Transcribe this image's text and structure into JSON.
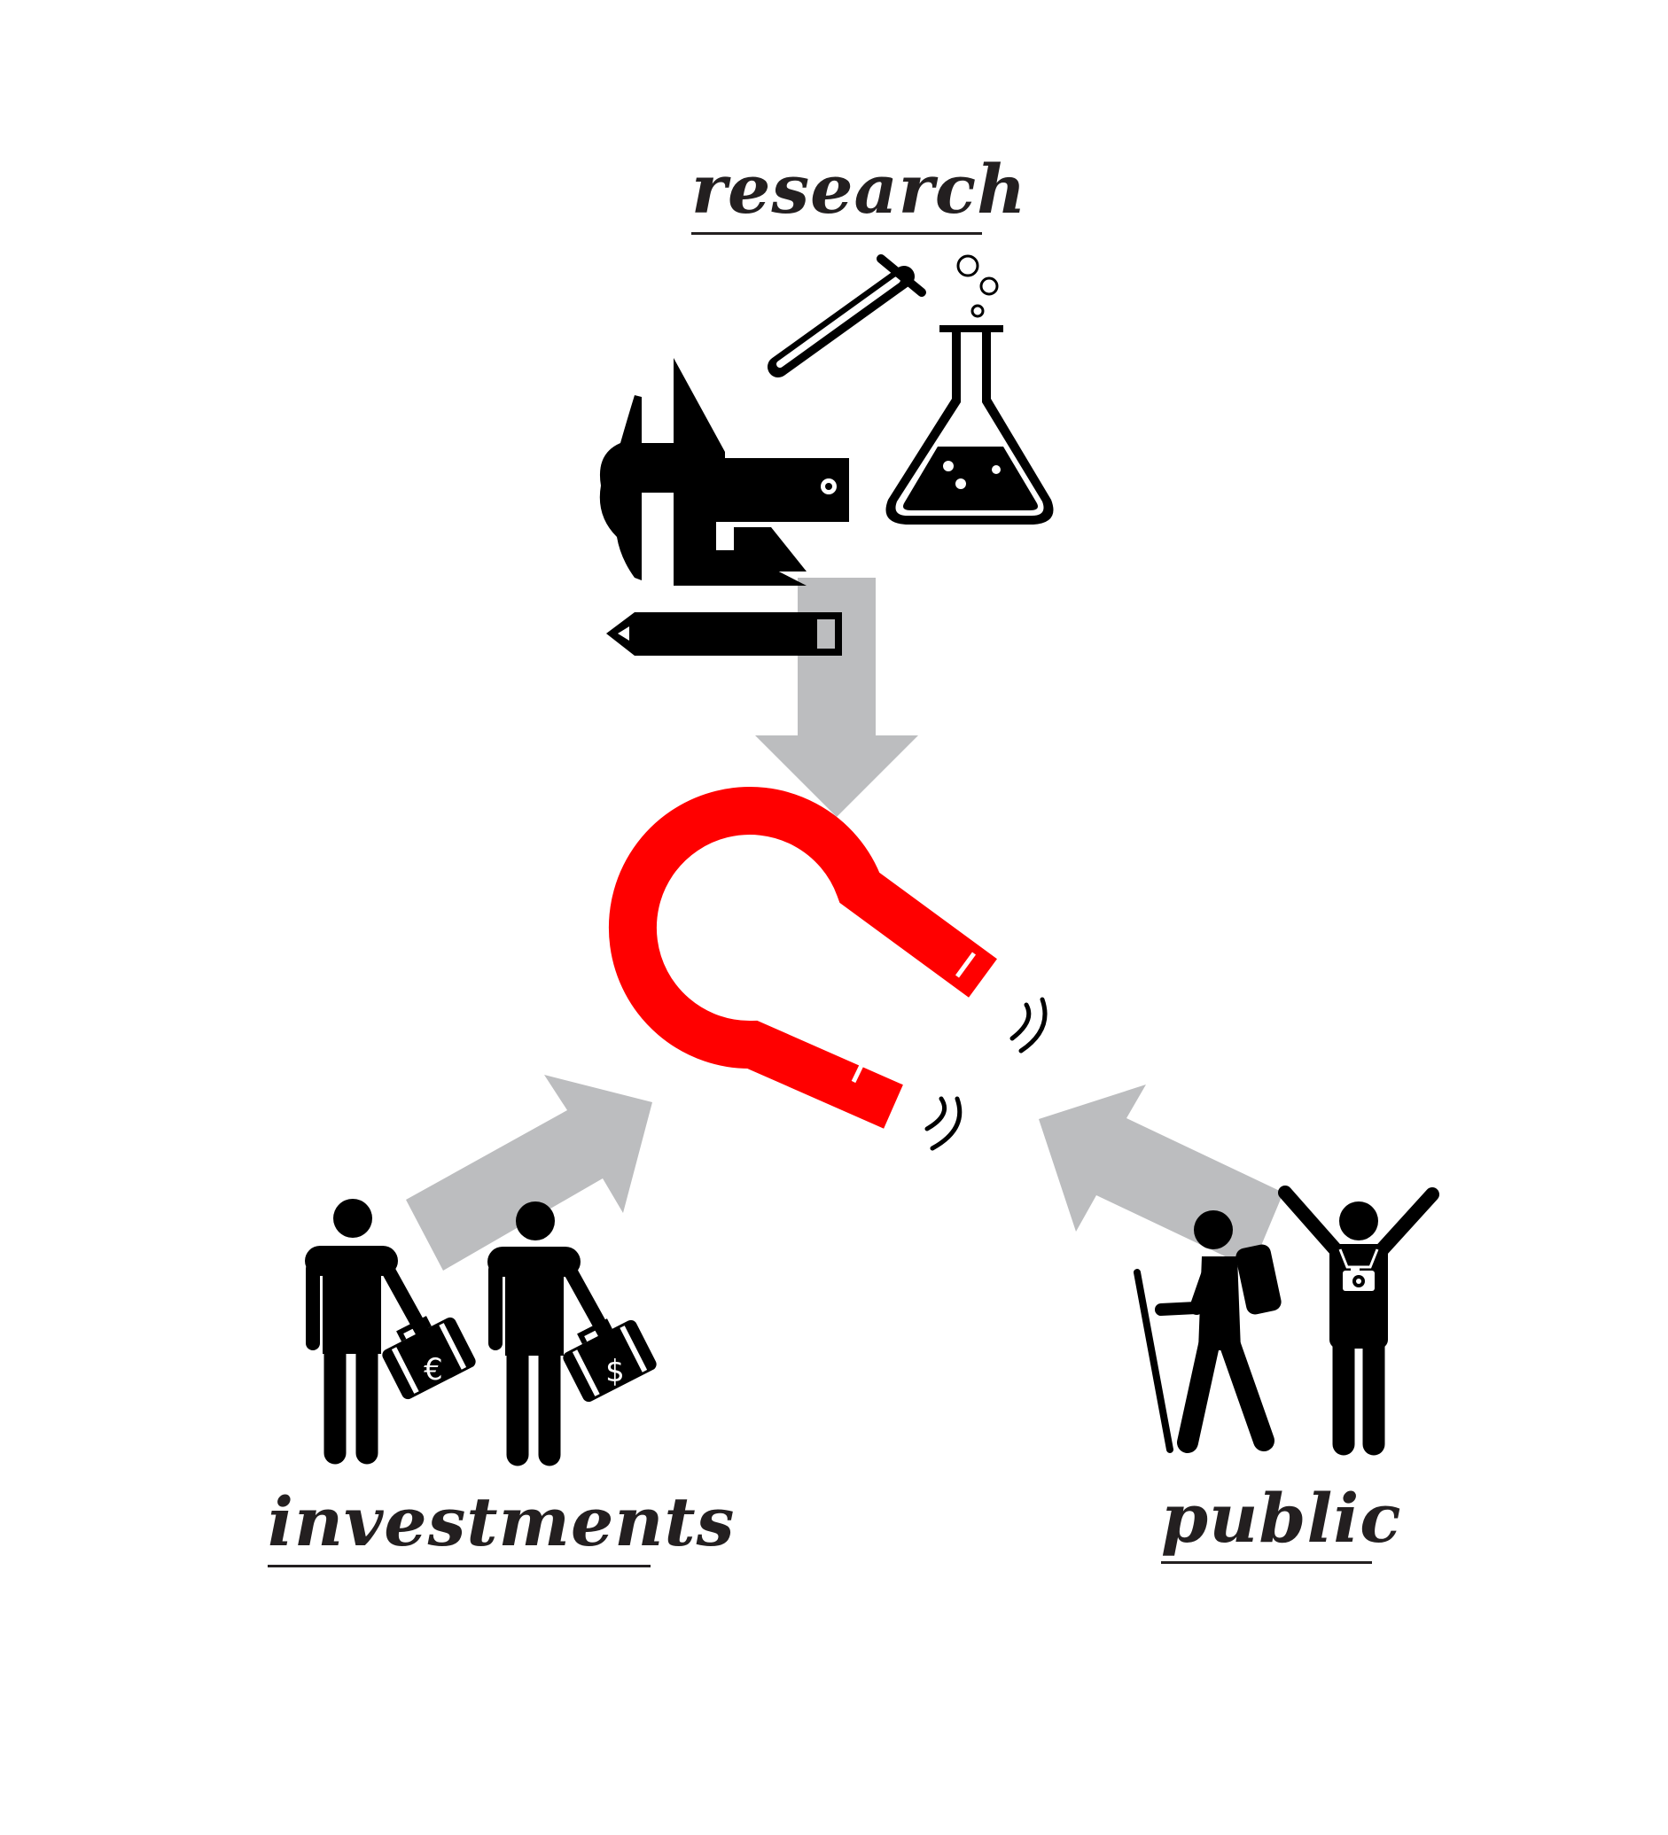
{
  "labels": {
    "research": "research",
    "investments": "investments",
    "public": "public"
  },
  "currency": {
    "euro": "€",
    "dollar": "$"
  },
  "colors": {
    "magnet": "#ff0000",
    "arrow": "#bcbdbf",
    "icon": "#000000",
    "text": "#231f20"
  },
  "icons": [
    "test-tube-icon",
    "flask-icon",
    "caliper-icon",
    "pencil-icon",
    "magnet-icon",
    "businessman-euro-icon",
    "businessman-dollar-icon",
    "hiker-icon",
    "tourist-with-camera-icon"
  ]
}
